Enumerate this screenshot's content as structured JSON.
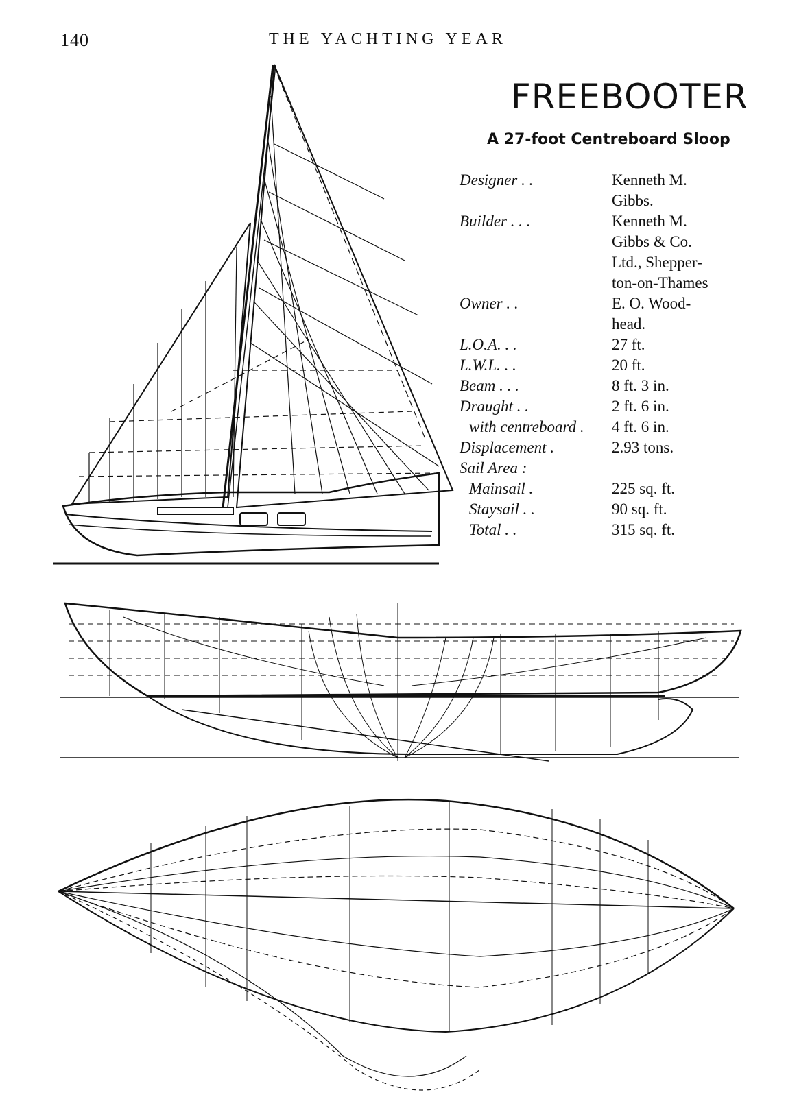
{
  "header": {
    "page_number": "140",
    "running_title": "THE YACHTING YEAR"
  },
  "title": "FREEBOOTER",
  "subtitle": "A 27-foot Centreboard Sloop",
  "specs": [
    {
      "label": "Designer   .        .",
      "value": "Kenneth     M.\nGibbs."
    },
    {
      "label": "Builder    .      . .",
      "value": "Kenneth     M.\nGibbs   &   Co.\nLtd.,   Shepper-\nton-on-Thames"
    },
    {
      "label": "Owner      .        .",
      "value": "E.   O.   Wood-\nhead."
    },
    {
      "label": "L.O.A.     .        .",
      "value": "27 ft."
    },
    {
      "label": "L.W.L.     .        .",
      "value": "20 ft."
    },
    {
      "label": "Beam       .      . .",
      "value": "8 ft.   3 in."
    },
    {
      "label": "Draught    .        .",
      "value": "2 ft.   6 in."
    },
    {
      "label": "with centreboard  .",
      "value": "4 ft.   6 in."
    },
    {
      "label": "Displacement       .",
      "value": "2.93 tons."
    },
    {
      "label": "Sail Area :",
      "value": ""
    },
    {
      "label": "Mainsail           .",
      "value": "225 sq. ft."
    },
    {
      "label": "Staysail   .       .",
      "value": "90 sq. ft."
    },
    {
      "label": "Total      .       .",
      "value": "315 sq. ft."
    }
  ],
  "drawings": {
    "sail_plan": "sail-plan",
    "lines_profile": "lines-profile",
    "half_breadth": "half-breadth-plan"
  }
}
